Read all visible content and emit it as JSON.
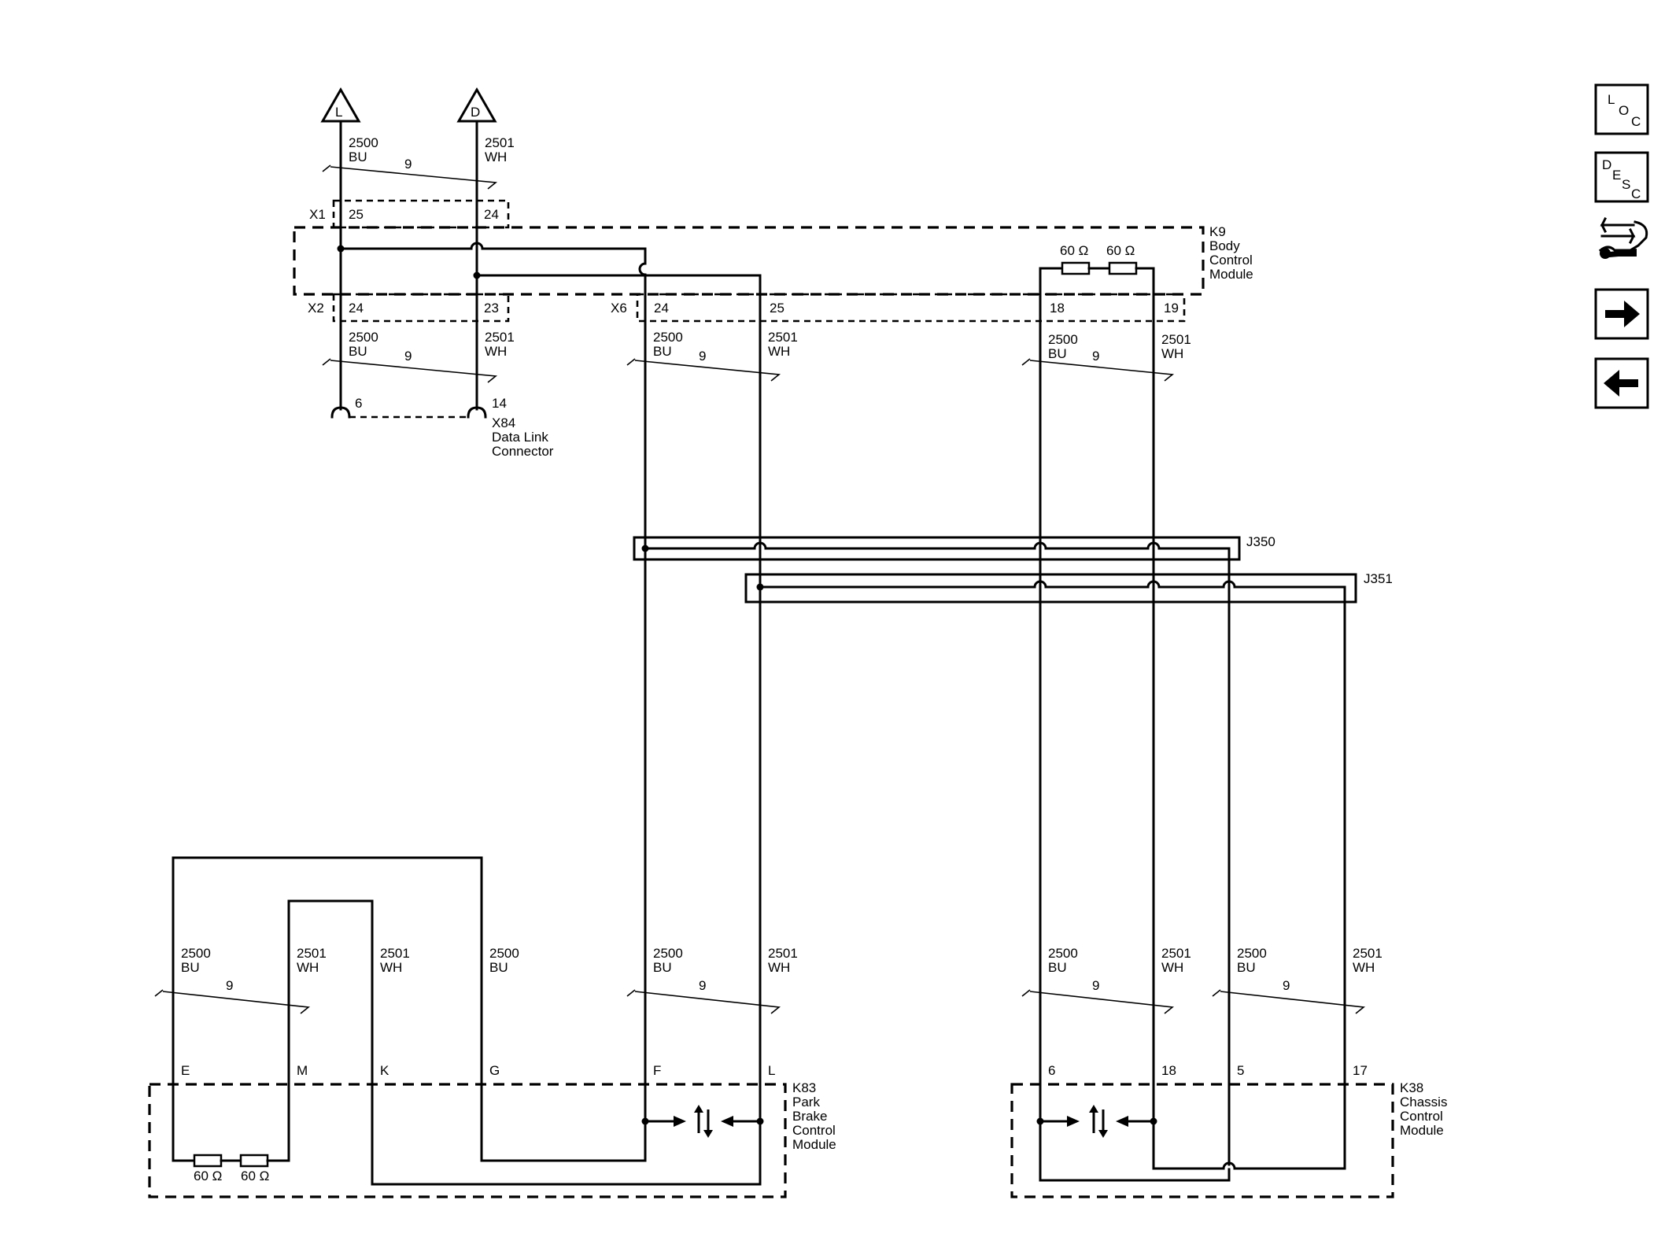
{
  "nav_icons": {
    "loc": {
      "big": "L",
      "mid": "O",
      "small": "C"
    },
    "desc": {
      "big": "D",
      "mid": "E",
      "small1": "S",
      "small2": "C"
    }
  },
  "terminals": {
    "l": "L",
    "d": "D"
  },
  "circuits": {
    "c2500": "2500",
    "c2501": "2501",
    "bu": "BU",
    "wh": "WH",
    "twist": "9"
  },
  "connectors": {
    "x1": "X1",
    "x2": "X2",
    "x6": "X6",
    "j350": "J350",
    "j351": "J351"
  },
  "pins": {
    "x1_a": "25",
    "x1_b": "24",
    "x2_a": "24",
    "x2_b": "23",
    "x6_a": "24",
    "x6_b": "25",
    "x6_c": "18",
    "x6_d": "19",
    "dlc_a": "6",
    "dlc_b": "14",
    "k83": [
      "E",
      "M",
      "K",
      "G",
      "F",
      "L"
    ],
    "k38": [
      "6",
      "18",
      "5",
      "17"
    ]
  },
  "resistor_label": "60 Ω",
  "modules": {
    "k9": [
      "K9",
      "Body",
      "Control",
      "Module"
    ],
    "x84": [
      "X84",
      "Data Link",
      "Connector"
    ],
    "k83": [
      "K83",
      "Park",
      "Brake",
      "Control",
      "Module"
    ],
    "k38": [
      "K38",
      "Chassis",
      "Control",
      "Module"
    ]
  }
}
